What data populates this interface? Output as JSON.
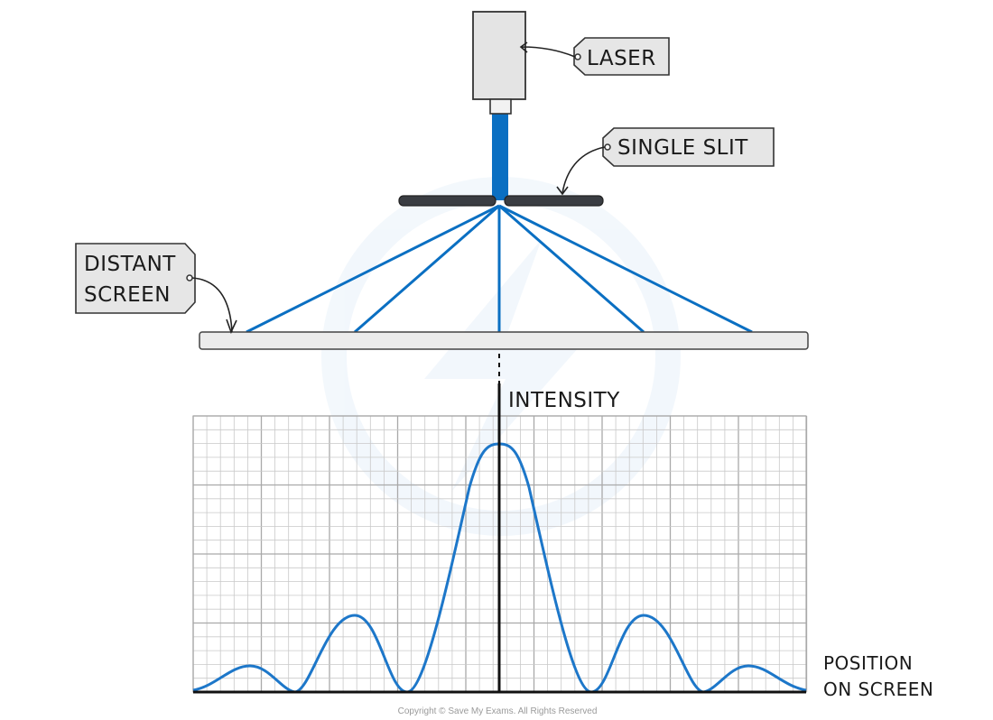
{
  "labels": {
    "laser": "LASER",
    "single_slit": "SINGLE  SLIT",
    "distant_screen_line1": "DISTANT",
    "distant_screen_line2": "SCREEN",
    "intensity_axis": "INTENSITY",
    "position_axis_line1": "POSITION",
    "position_axis_line2": "ON  SCREEN"
  },
  "copyright": "Copyright © Save My Exams. All Rights Reserved",
  "colors": {
    "beam": "#0a6fc2",
    "curve": "#1d77c9",
    "grid": "#c9c9c9",
    "grid_major": "#a9a9a9",
    "slit_bar": "#3a3d42",
    "tag_fill": "#e6e6e6",
    "screen_fill": "#ececec"
  },
  "icons": {
    "laser_body": "laser-device-icon",
    "tag_hole": "tag-eyelet-icon"
  },
  "chart_data": {
    "type": "line",
    "title": "",
    "xlabel": "POSITION ON SCREEN",
    "ylabel": "INTENSITY",
    "description_values": "single-slit diffraction pattern: central maximum with decreasing secondary maxima",
    "central_max": 1.0,
    "first_secondary_max": 0.31,
    "second_secondary_max": 0.11,
    "minima_count_each_side": 3
  }
}
